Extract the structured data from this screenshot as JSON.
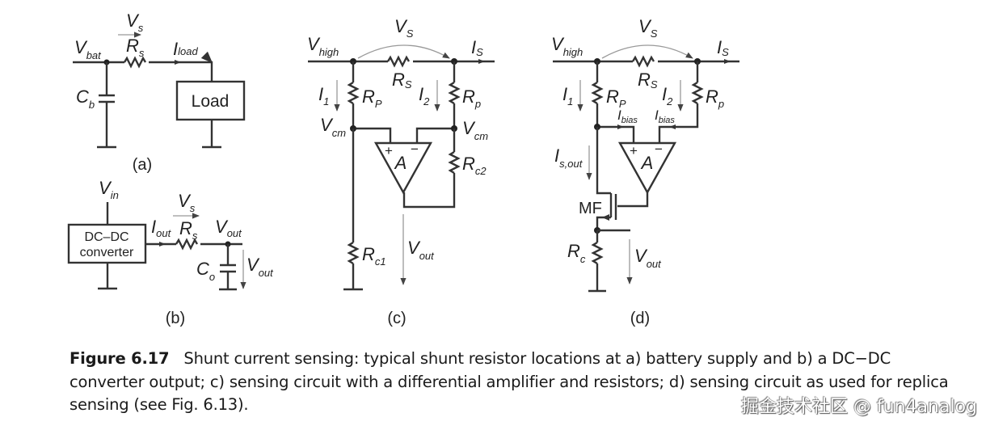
{
  "figure": {
    "panels": {
      "a": {
        "label": "(a)",
        "v_bat": {
          "main": "V",
          "sub": "bat"
        },
        "v_s": {
          "main": "V",
          "sub": "s"
        },
        "r_s": {
          "main": "R",
          "sub": "s"
        },
        "i_load": {
          "main": "I",
          "sub": "load"
        },
        "c_b": {
          "main": "C",
          "sub": "b"
        },
        "load_box": "Load"
      },
      "b": {
        "label": "(b)",
        "v_in": {
          "main": "V",
          "sub": "in"
        },
        "converter_line1": "DC–DC",
        "converter_line2": "converter",
        "i_out": {
          "main": "I",
          "sub": "out"
        },
        "v_s": {
          "main": "V",
          "sub": "s"
        },
        "r_s": {
          "main": "R",
          "sub": "s"
        },
        "v_out_node": {
          "main": "V",
          "sub": "out"
        },
        "c_o": {
          "main": "C",
          "sub": "o"
        },
        "v_out_arrow": {
          "main": "V",
          "sub": "out"
        }
      },
      "c": {
        "label": "(c)",
        "v_high": {
          "main": "V",
          "sub": "high"
        },
        "v_s": {
          "main": "V",
          "sub": "S"
        },
        "i_s": {
          "main": "I",
          "sub": "S"
        },
        "r_s": {
          "main": "R",
          "sub": "S"
        },
        "i_1": {
          "main": "I",
          "sub": "1"
        },
        "r_p_left": {
          "main": "R",
          "sub": "P"
        },
        "i_2": {
          "main": "I",
          "sub": "2"
        },
        "r_p_right": {
          "main": "R",
          "sub": "p"
        },
        "v_cm_left": {
          "main": "V",
          "sub": "cm"
        },
        "v_cm_right": {
          "main": "V",
          "sub": "cm"
        },
        "amp": "A",
        "plus": "+",
        "minus": "−",
        "r_c2": {
          "main": "R",
          "sub": "c2"
        },
        "r_c1": {
          "main": "R",
          "sub": "c1"
        },
        "v_out": {
          "main": "V",
          "sub": "out"
        }
      },
      "d": {
        "label": "(d)",
        "v_high": {
          "main": "V",
          "sub": "high"
        },
        "v_s": {
          "main": "V",
          "sub": "S"
        },
        "i_s": {
          "main": "I",
          "sub": "S"
        },
        "r_s": {
          "main": "R",
          "sub": "S"
        },
        "i_1": {
          "main": "I",
          "sub": "1"
        },
        "r_p_left": {
          "main": "R",
          "sub": "P"
        },
        "i_2": {
          "main": "I",
          "sub": "2"
        },
        "r_p_right": {
          "main": "R",
          "sub": "p"
        },
        "i_bias_left": {
          "main": "I",
          "sub": "bias"
        },
        "i_bias_right": {
          "main": "I",
          "sub": "bias"
        },
        "amp": "A",
        "plus": "+",
        "minus": "−",
        "i_s_out": {
          "main": "I",
          "sub": "s,out"
        },
        "mf": "MF",
        "r_c": {
          "main": "R",
          "sub": "c"
        },
        "v_out": {
          "main": "V",
          "sub": "out"
        }
      }
    }
  },
  "caption": {
    "figure_number": "Figure 6.17",
    "text": "Shunt current sensing: typical shunt resistor locations at a) battery supply and b) a DC−DC converter output; c) sensing circuit with a differential amplifier and resistors; d) sensing circuit as used for replica sensing (see Fig. 6.13)."
  },
  "watermark": "掘金技术社区 @ fun4analog"
}
